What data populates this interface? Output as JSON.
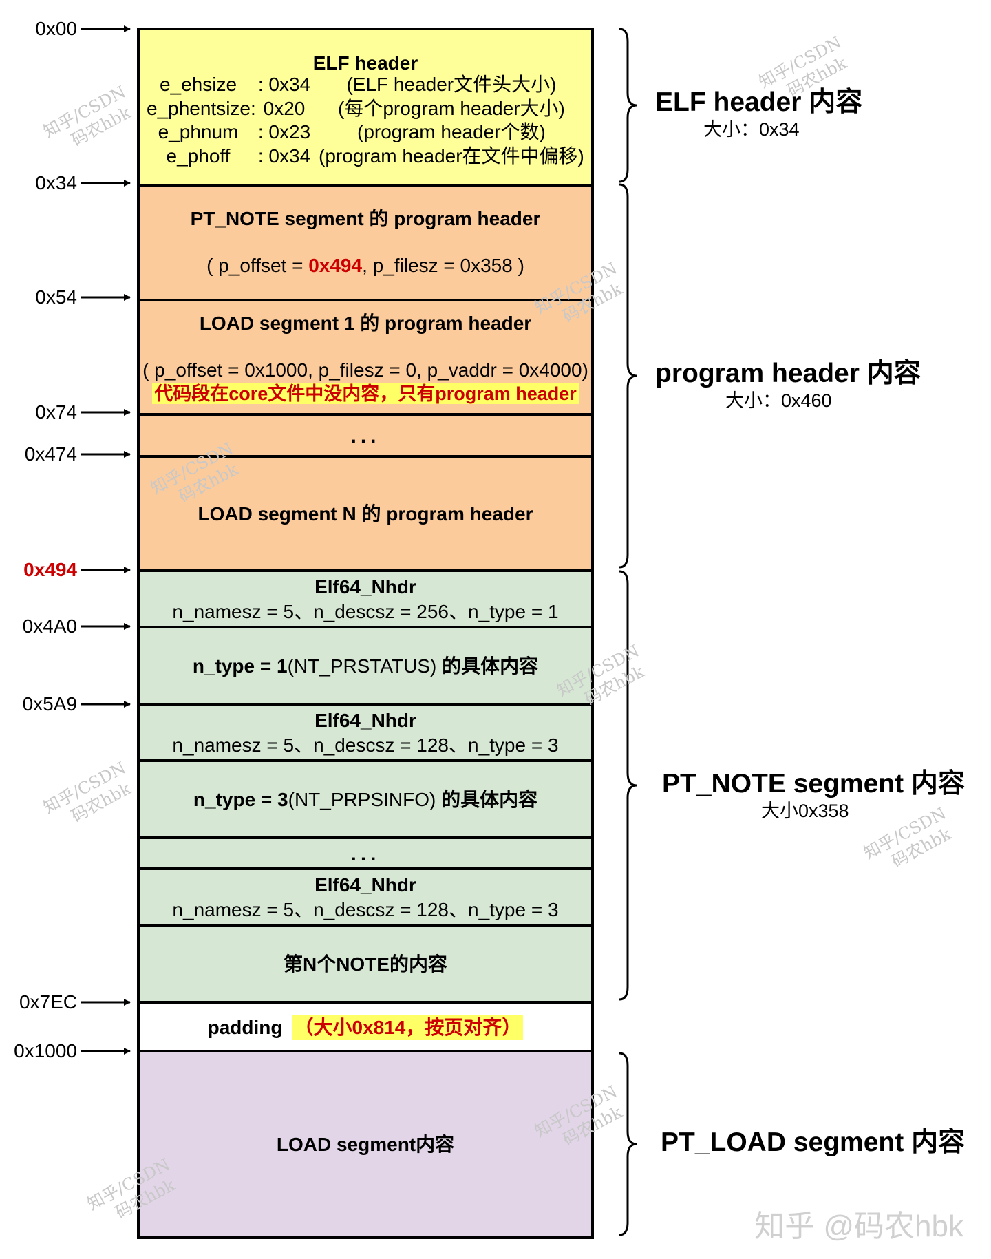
{
  "addresses": [
    {
      "label": "0x00",
      "highlight": false
    },
    {
      "label": "0x34",
      "highlight": false
    },
    {
      "label": "0x54",
      "highlight": false
    },
    {
      "label": "0x74",
      "highlight": false
    },
    {
      "label": "0x474",
      "highlight": false
    },
    {
      "label": "0x494",
      "highlight": true
    },
    {
      "label": "0x4A0",
      "highlight": false
    },
    {
      "label": "0x5A9",
      "highlight": false
    },
    {
      "label": "0x7EC",
      "highlight": false
    },
    {
      "label": "0x1000",
      "highlight": false
    }
  ],
  "elf_header": {
    "title": "ELF header",
    "fields": [
      {
        "name": "e_ehsize",
        "value": ": 0x34",
        "desc": "(ELF header文件头大小)"
      },
      {
        "name": "e_phentsize:",
        "value": "0x20",
        "desc": "(每个program header大小)"
      },
      {
        "name": "e_phnum",
        "value": ": 0x23",
        "desc": "(program header个数)"
      },
      {
        "name": "e_phoff",
        "value": ": 0x34",
        "desc": "(program header在文件中偏移)"
      }
    ]
  },
  "pt_note_ph": {
    "title": "PT_NOTE segment 的 program header",
    "params_prefix": "( p_offset = ",
    "params_offset": "0x494",
    "params_suffix": ", p_filesz = 0x358 )"
  },
  "load1_ph": {
    "title": "LOAD segment 1 的 program header",
    "params": "( p_offset = 0x1000, p_filesz = 0, p_vaddr = 0x4000)",
    "note": "代码段在core文件中没内容，只有program header"
  },
  "ellipsis_1": "...",
  "loadn_ph": {
    "title": "LOAD segment N 的 program header"
  },
  "note1": {
    "nhdr_title": "Elf64_Nhdr",
    "nhdr_fields": "n_namesz = 5、n_descsz = 256、n_type = 1",
    "content_bold_prefix": "n_type = 1",
    "content_normal": "(NT_PRSTATUS)",
    "content_bold_suffix": " 的具体内容"
  },
  "note2": {
    "nhdr_title": "Elf64_Nhdr",
    "nhdr_fields": "n_namesz = 5、n_descsz = 128、n_type = 3",
    "content_bold_prefix": "n_type = 3",
    "content_normal": "(NT_PRPSINFO)",
    "content_bold_suffix": " 的具体内容"
  },
  "ellipsis_2": "...",
  "note_n": {
    "nhdr_title": "Elf64_Nhdr",
    "nhdr_fields": "n_namesz = 5、n_descsz = 128、n_type = 3",
    "content": "第N个NOTE的内容"
  },
  "padding": {
    "label": "padding",
    "note": "（大小0x814，按页对齐）"
  },
  "load_content": "LOAD segment内容",
  "regions": {
    "elf": {
      "title": "ELF header 内容",
      "size": "大小：0x34"
    },
    "ph": {
      "title": "program header 内容",
      "size": "大小：0x460"
    },
    "note": {
      "title": "PT_NOTE segment 内容",
      "size": "大小0x358"
    },
    "load": {
      "title": "PT_LOAD segment 内容"
    }
  },
  "watermark": {
    "line1": "知乎/CSDN",
    "line2": "码农hbk",
    "brand": "知乎 @码农hbk"
  },
  "colors": {
    "elf_header_fill": "#ffff99",
    "program_header_fill": "#fccb9c",
    "note_fill": "#d6e8d4",
    "load_fill": "#e1d5e7",
    "accent_red": "#cc0000"
  }
}
